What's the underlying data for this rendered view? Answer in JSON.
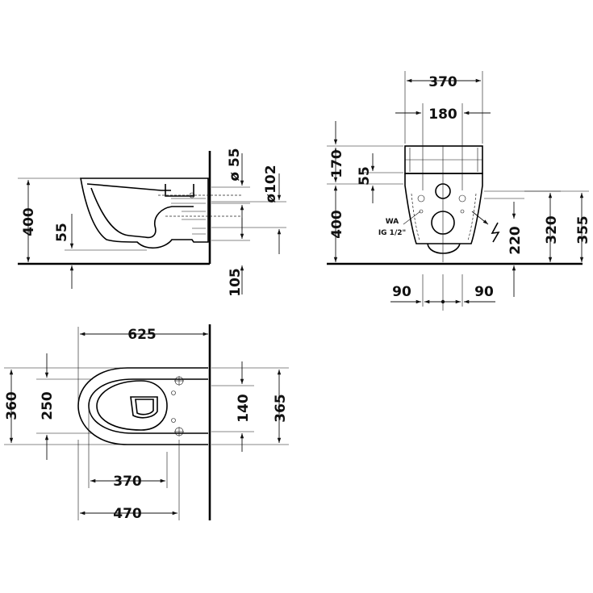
{
  "side_view": {
    "dims": {
      "d400": "400",
      "d55_seat": "55",
      "d55_dia": "ø 55",
      "d102_dia": "ø102",
      "d105": "105"
    }
  },
  "front_view": {
    "dims": {
      "d370": "370",
      "d180": "180",
      "d170": "170",
      "d55": "55",
      "d400": "400",
      "d220": "220",
      "d320": "320",
      "d355": "355",
      "d90_left": "90",
      "d90_right": "90"
    },
    "labels": {
      "water_inlet": "WA",
      "thread": "IG 1/2\""
    }
  },
  "top_view": {
    "dims": {
      "d625": "625",
      "d360": "360",
      "d250": "250",
      "d140": "140",
      "d365": "365",
      "d370": "370",
      "d470": "470"
    }
  }
}
